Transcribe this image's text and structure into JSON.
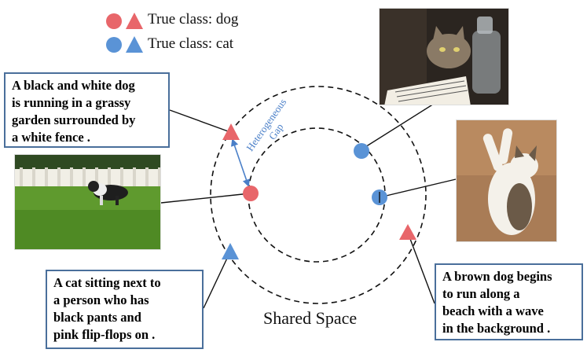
{
  "legend": [
    {
      "label": "True class: dog",
      "color": "#e8666a"
    },
    {
      "label": "True class: cat",
      "color": "#5a93d6"
    }
  ],
  "captions": {
    "top_left": [
      "A black and white dog",
      "is running in a grassy",
      "garden surrounded by",
      "a white fence ."
    ],
    "bottom_left": [
      "A cat sitting next to",
      "a person who has",
      "black pants and",
      "pink flip-flops on ."
    ],
    "bottom_right": [
      "A brown dog begins",
      "to run along a",
      "beach with a wave",
      "in the background ."
    ]
  },
  "labels": {
    "shared_space": "Shared Space",
    "gap_line1": "Heterogeneous",
    "gap_line2": "Gap"
  },
  "colors": {
    "dog": "#e8666a",
    "cat": "#5a93d6",
    "box_border": "#4a6f9b",
    "gap_arrow": "#4a7fc8"
  }
}
